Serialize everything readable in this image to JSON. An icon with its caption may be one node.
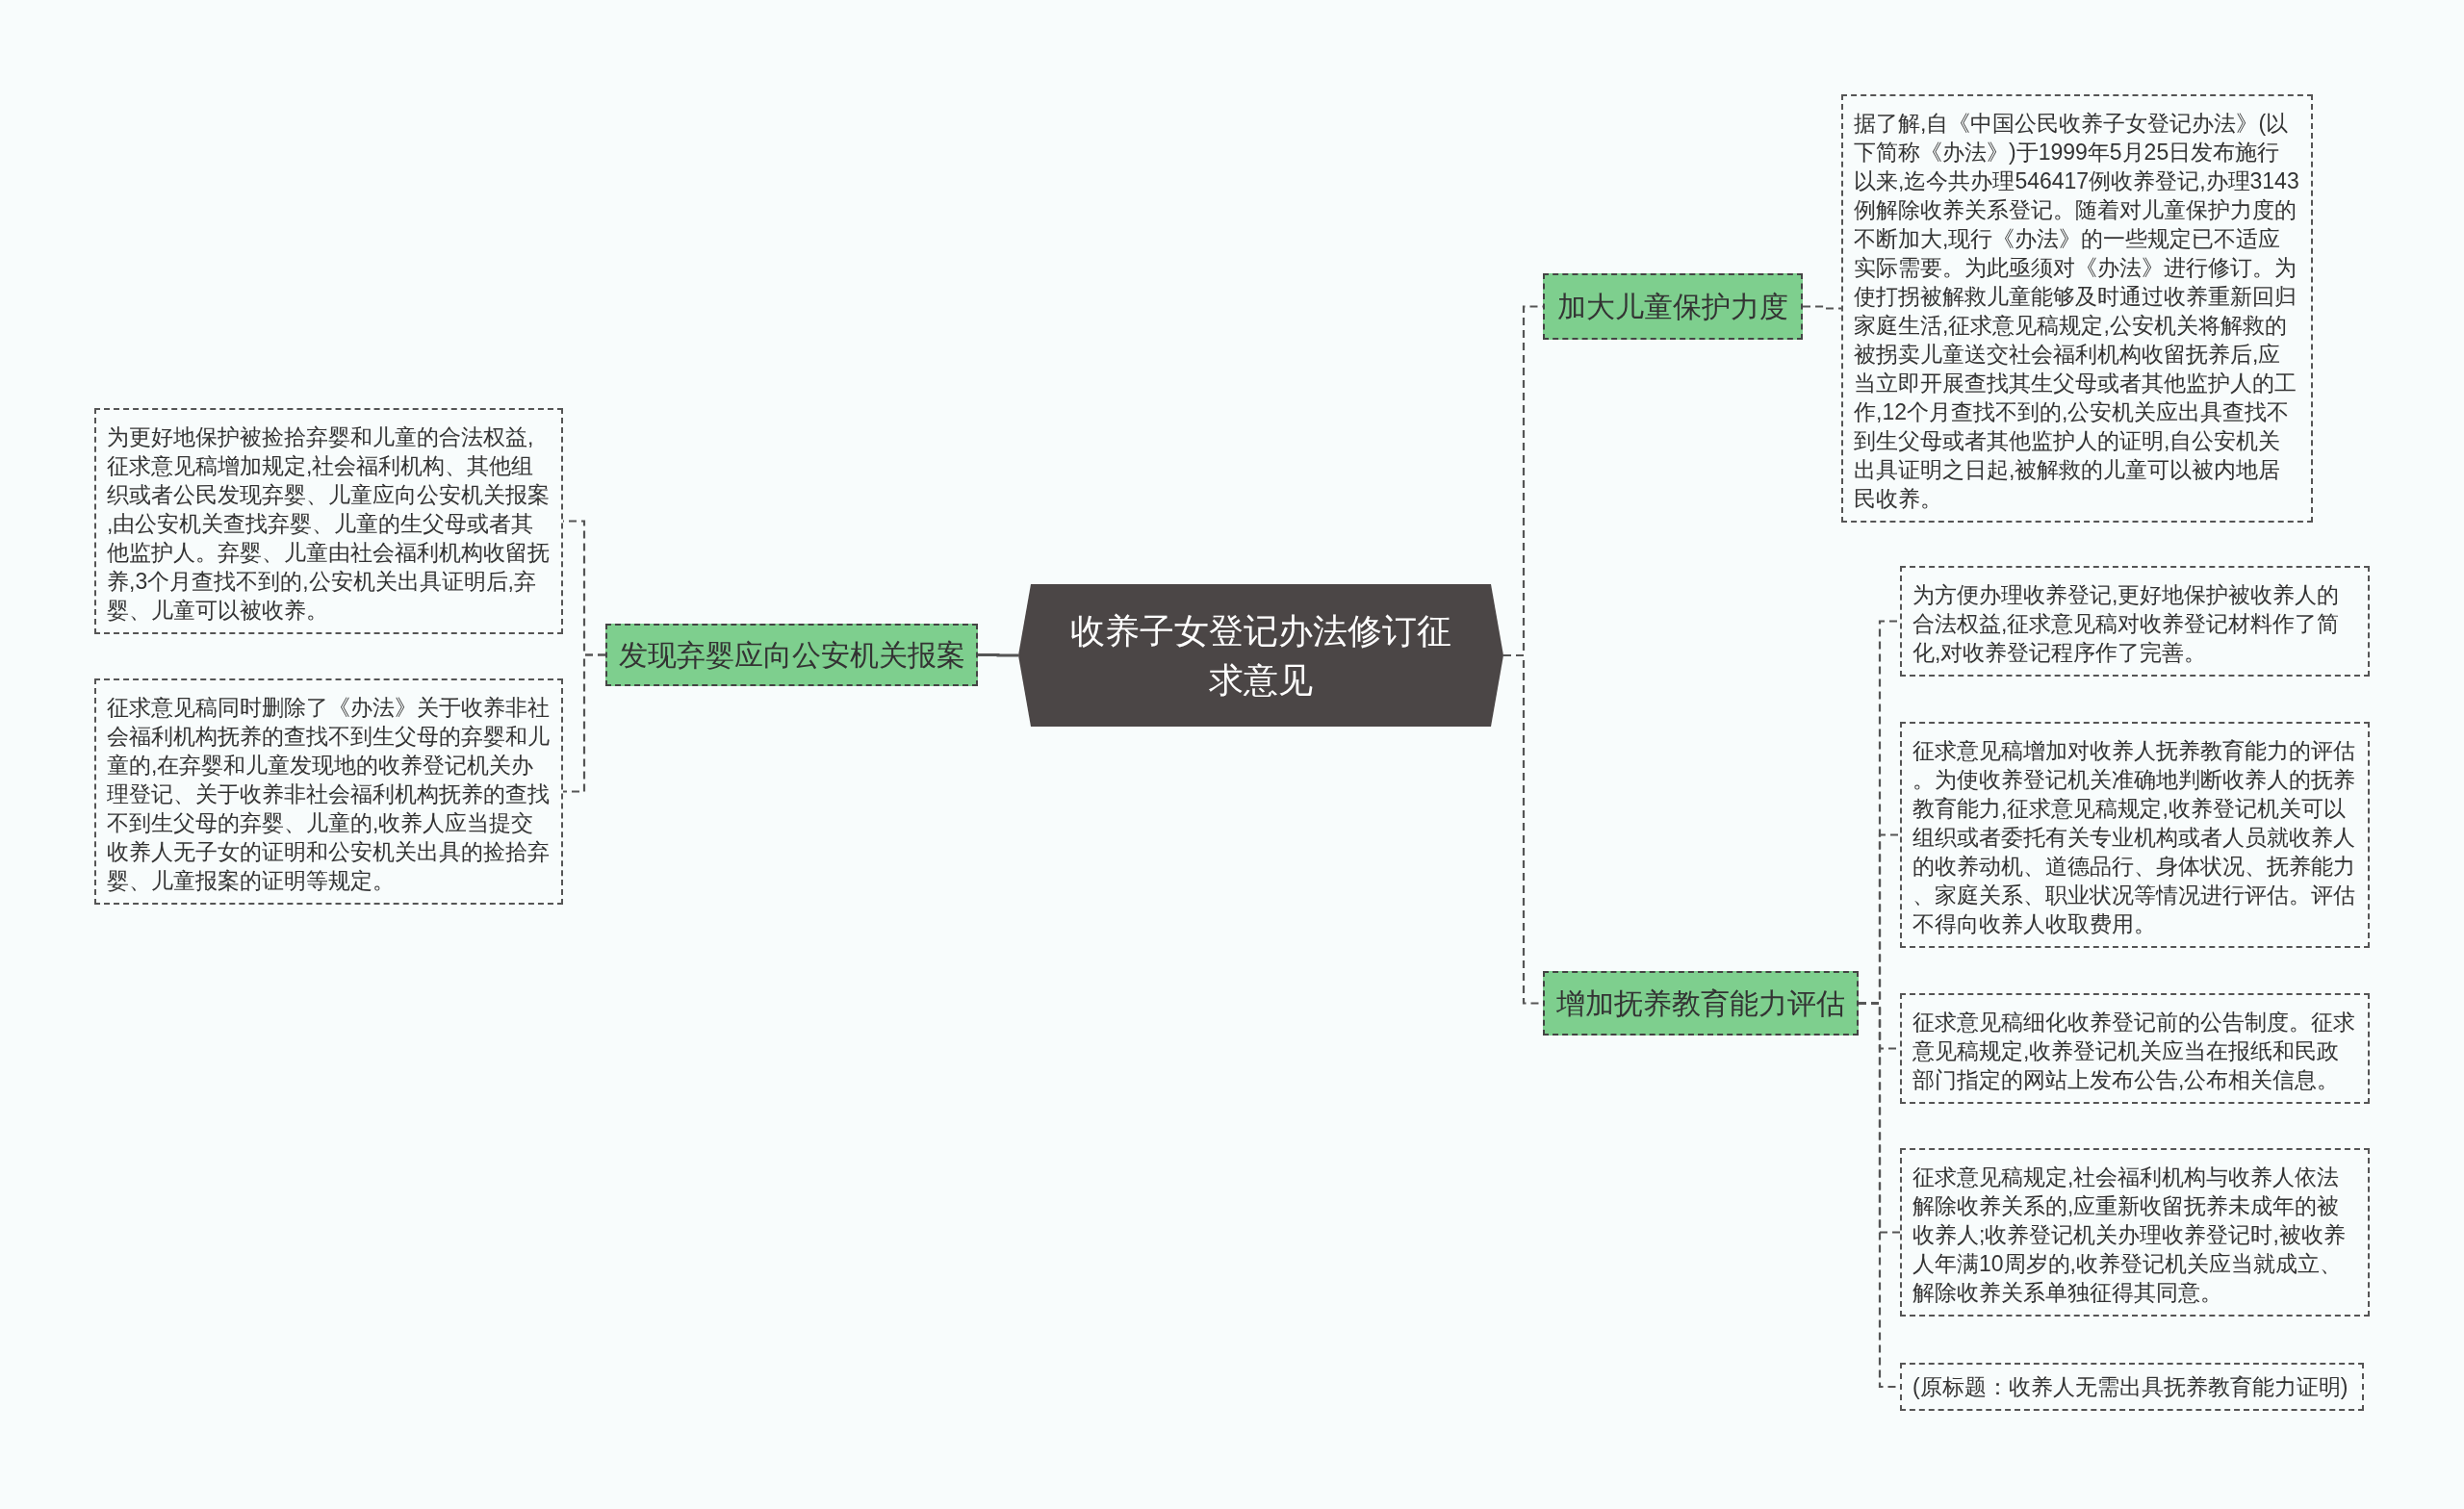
{
  "diagram": {
    "nodes": [
      {
        "text": [
          "收养子女登记办法修订征求意见"
        ]
      },
      {
        "text": [
          "发现弃婴应向公安机关报案"
        ]
      },
      {
        "text": [
          "为更好地保护被捡拾弃婴和儿童的合法权益,征求意见稿增加规定,社会福利机构、其他组织或者公民发现弃婴、儿童应向公安机关报案,由公安机关查找弃婴、儿童的生父母或者其他监护人。弃婴、儿童由社会福利机构收留抚养,3个月查找不到的,公安机关出具证明后,弃婴、儿童可以被收养。"
        ]
      },
      {
        "text": [
          "征求意见稿同时删除了《办法》关于收养非社会福利机构抚养的查找不到生父母的弃婴和儿童的,在弃婴和儿童发现地的收养登记机关办理登记、关于收养非社会福利机构抚养的查找不到生父母的弃婴、儿童的,收养人应当提交收养人无子女的证明和公安机关出具的捡拾弃婴、儿童报案的证明等规定。"
        ]
      },
      {
        "text": [
          "加大儿童保护力度"
        ]
      },
      {
        "text": [
          "据了解,自《中国公民收养子女登记办法》(以下简称《办法》)于1999年5月25日发布施行以来,迄今共办理546417例收养登记,办理3143例解除收养关系登记。随着对儿童保护力度的不断加大,现行《办法》的一些规定已不适应实际需要。为此亟须对《办法》进行修订。为使打拐被解救儿童能够及时通过收养重新回归家庭生活,征求意见稿规定,公安机关将解救的被拐卖儿童送交社会福利机构收留抚养后,应当立即开展查找其生父母或者其他监护人的工作,12个月查找不到的,公安机关应出具查找不到生父母或者其他监护人的证明,自公安机关出具证明之日起,被解救的儿童可以被内地居民收养。"
        ]
      },
      {
        "text": [
          "增加抚养教育能力评估"
        ]
      },
      {
        "text": [
          "为方便办理收养登记,更好地保护被收养人的合法权益,征求意见稿对收养登记材料作了简化,对收养登记程序作了完善。"
        ]
      },
      {
        "text": [
          "征求意见稿增加对收养人抚养教育能力的评估。为使收养登记机关准确地判断收养人的抚养教育能力,征求意见稿规定,收养登记机关可以组织或者委托有关专业机构或者人员就收养人的收养动机、道德品行、身体状况、抚养能力、家庭关系、职业状况等情况进行评估。评估不得向收养人收取费用。"
        ]
      },
      {
        "text": [
          "征求意见稿细化收养登记前的公告制度。征求意见稿规定,收养登记机关应当在报纸和民政部门指定的网站上发布公告,公布相关信息。"
        ]
      },
      {
        "text": [
          "征求意见稿规定,社会福利机构与收养人依法解除收养关系的,应重新收留抚养未成年的被收养人;收养登记机关办理收养登记时,被收养人年满10周岁的,收养登记机关应当就成立、解除收养关系单独征得其同意。"
        ]
      },
      {
        "text": [
          "(原标题：收养人无需出具抚养教育能力证明)"
        ]
      }
    ],
    "edges": [
      {
        "from": 0,
        "to": 1,
        "arrow": "none"
      },
      {
        "from": 1,
        "to": 2,
        "arrow": "none",
        "style": "dashed"
      },
      {
        "from": 1,
        "to": 3,
        "arrow": "none",
        "style": "dashed"
      },
      {
        "from": 0,
        "to": 4,
        "arrow": "none",
        "style": "dashed"
      },
      {
        "from": 4,
        "to": 5,
        "arrow": "none",
        "style": "dashed"
      },
      {
        "from": 0,
        "to": 6,
        "arrow": "none",
        "style": "dashed"
      },
      {
        "from": 6,
        "to": 7,
        "arrow": "none",
        "style": "dashed"
      },
      {
        "from": 6,
        "to": 8,
        "arrow": "none",
        "style": "dashed"
      },
      {
        "from": 6,
        "to": 9,
        "arrow": "none",
        "style": "dashed"
      },
      {
        "from": 6,
        "to": 10,
        "arrow": "none",
        "style": "dashed"
      },
      {
        "from": 6,
        "to": 11,
        "arrow": "none",
        "style": "dashed"
      }
    ]
  }
}
